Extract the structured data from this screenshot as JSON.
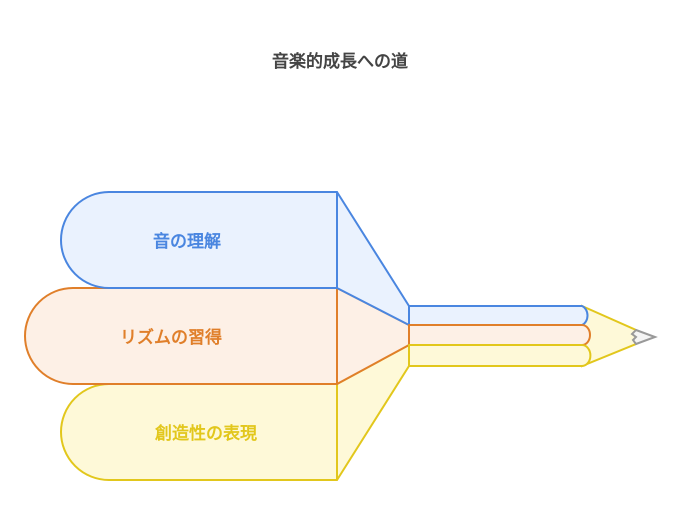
{
  "title": "音楽的成長への道",
  "layers": [
    {
      "label": "音の理解",
      "stroke": "#4a86e0",
      "fill": "#eaf2fe"
    },
    {
      "label": "リズムの習得",
      "stroke": "#e07f2a",
      "fill": "#fdf0e6"
    },
    {
      "label": "創造性の表現",
      "stroke": "#e2c71c",
      "fill": "#fef9d8"
    }
  ],
  "tip": {
    "stroke": "#999999",
    "fill": "#f4f4f4"
  }
}
